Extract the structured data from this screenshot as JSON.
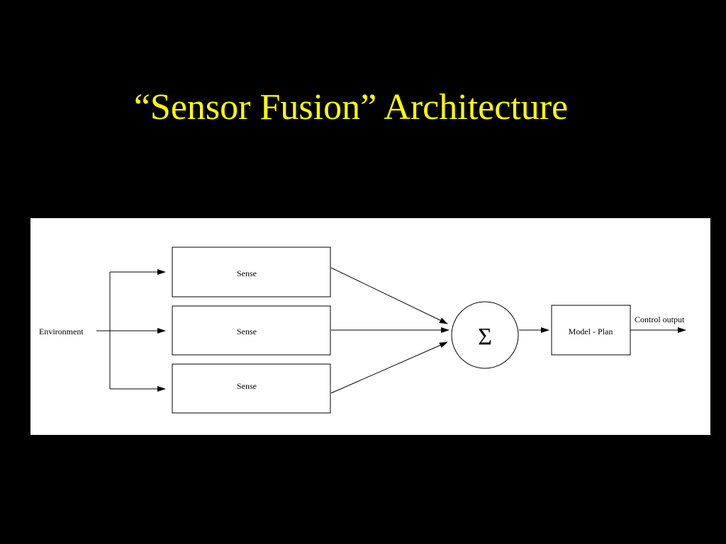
{
  "slide": {
    "title": "“Sensor Fusion” Architecture",
    "title_color": "#ffff00",
    "background_color": "#000000"
  },
  "diagram": {
    "panel_color": "#ffffff",
    "input_label": "Environment",
    "sense_modules": [
      {
        "label": "Sense"
      },
      {
        "label": "Sense"
      },
      {
        "label": "Sense"
      }
    ],
    "fusion_node": {
      "symbol": "Σ"
    },
    "model_block": {
      "label": "Model - Plan"
    },
    "output_label": "Control output"
  }
}
